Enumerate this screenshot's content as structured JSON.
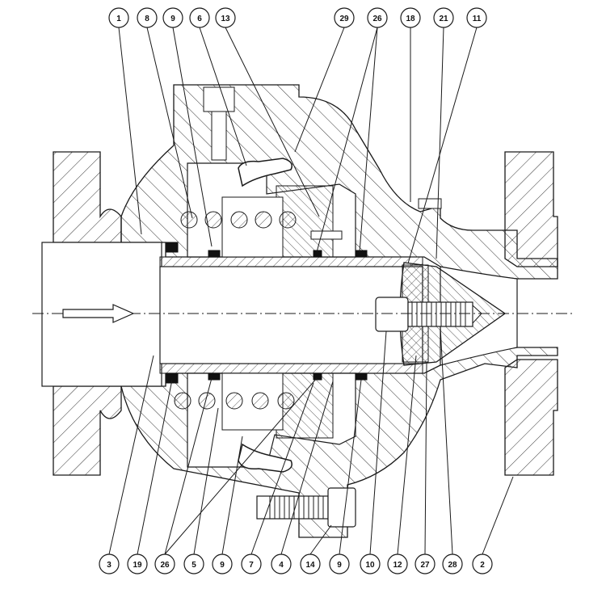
{
  "callouts_top": [
    "1",
    "8",
    "9",
    "6",
    "13",
    "29",
    "26",
    "18",
    "21",
    "11"
  ],
  "callouts_bottom": [
    "3",
    "19",
    "26",
    "5",
    "9",
    "7",
    "4",
    "14",
    "9",
    "10",
    "12",
    "27",
    "28",
    "2"
  ],
  "colors": {
    "line": "#1a1a1a",
    "hatch": "#333333",
    "fill": "#ffffff",
    "seal_black": "#111111"
  }
}
